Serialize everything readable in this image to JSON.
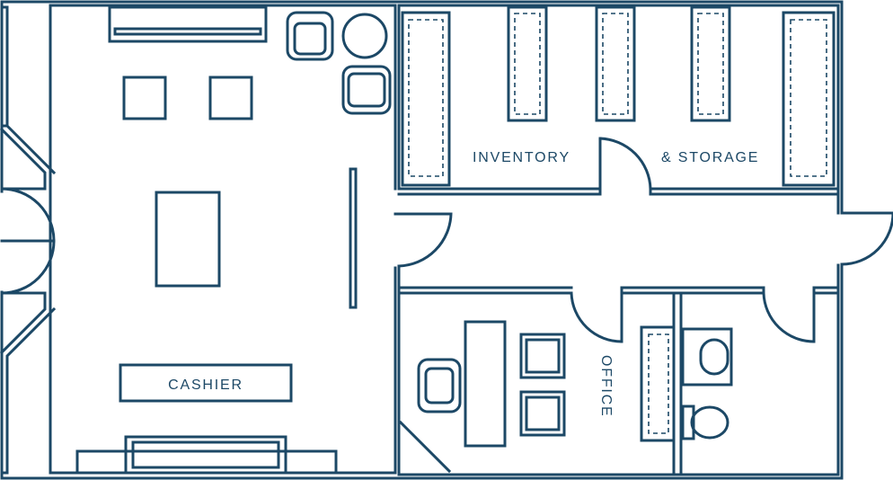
{
  "colors": {
    "ink": "#1c4866",
    "background": "#ffffff"
  },
  "labels": {
    "inventory": "INVENTORY",
    "storage": "& STORAGE",
    "cashier": "CASHIER",
    "office": "OFFICE"
  }
}
